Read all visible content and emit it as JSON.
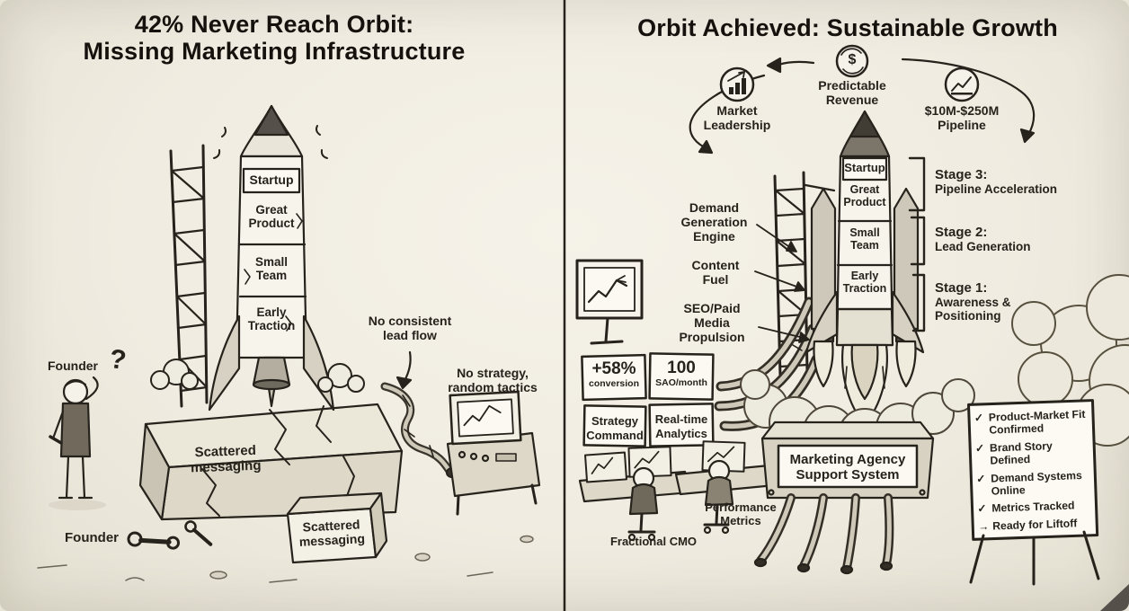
{
  "palette": {
    "paper": "#f0ece1",
    "ink": "#26221c"
  },
  "left_panel": {
    "title_line1": "42% Never Reach Orbit:",
    "title_line2": "Missing Marketing Infrastructure",
    "rocket": {
      "name": "Startup",
      "sections": [
        "Great Product",
        "Small Team",
        "Early Traction"
      ]
    },
    "founder_label_top": "Founder",
    "founder_question_mark": "?",
    "founder_label_bottom": "Founder",
    "annotation_lead_flow": "No consistent lead flow",
    "annotation_no_strategy": "No strategy, random tactics",
    "pad_label": "Scattered messaging",
    "crate_label": "Scattered messaging"
  },
  "right_panel": {
    "title": "Orbit Achieved: Sustainable Growth",
    "orbit": {
      "market_leadership": "Market Leadership",
      "predictable_revenue": "Predictable Revenue",
      "pipeline": "$10M-$250M Pipeline",
      "dollar_icon": "$"
    },
    "rocket": {
      "name": "Startup",
      "sections": [
        "Great Product",
        "Small Team",
        "Early Traction"
      ]
    },
    "stages": [
      {
        "title": "Stage 3:",
        "desc": "Pipeline Acceleration"
      },
      {
        "title": "Stage 2:",
        "desc": "Lead Generation"
      },
      {
        "title": "Stage 1:",
        "desc": "Awareness & Positioning"
      }
    ],
    "inputs": {
      "demand_generation": "Demand Generation Engine",
      "content_fuel": "Content Fuel",
      "seo_paid_media": "SEO/Paid Media Propulsion"
    },
    "metric_boxes": [
      {
        "value": "+58%",
        "label": "conversion"
      },
      {
        "value": "100",
        "label": "SAO/month"
      },
      {
        "value": "Strategy",
        "label": "Command"
      },
      {
        "value": "Real-time",
        "label": "Analytics"
      }
    ],
    "support_system_label": "Marketing Agency Support System",
    "performance_metrics_label": "Performance Metrics",
    "fractional_cmo_label": "Fractional CMO",
    "checklist": [
      {
        "icon": "✓",
        "text": "Product-Market Fit Confirmed"
      },
      {
        "icon": "✓",
        "text": "Brand Story Defined"
      },
      {
        "icon": "✓",
        "text": "Demand Systems Online"
      },
      {
        "icon": "✓",
        "text": "Metrics Tracked"
      },
      {
        "icon": "→",
        "text": "Ready for Liftoff"
      }
    ]
  }
}
